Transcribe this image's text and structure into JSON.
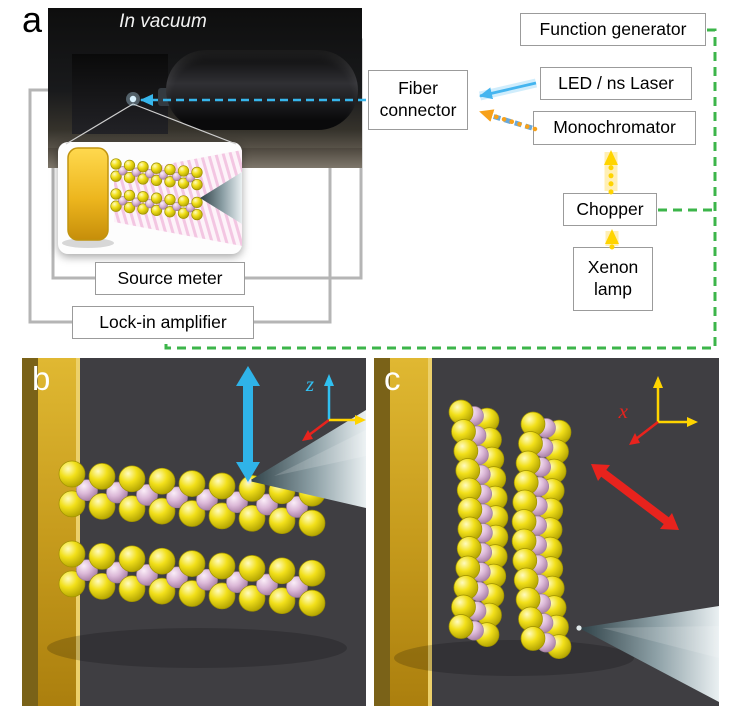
{
  "figure": {
    "panels": {
      "a": {
        "label": "a",
        "photo_caption": "In vacuum",
        "boxes": {
          "function_generator": "Function generator",
          "led_laser": "LED / ns Laser",
          "fiber_connector": "Fiber connector",
          "monochromator": "Monochromator",
          "chopper": "Chopper",
          "xenon_lamp": "Xenon lamp",
          "source_meter": "Source meter",
          "lock_in": "Lock-in amplifier"
        },
        "connections": [
          {
            "from": "LED / ns Laser",
            "to": "Fiber connector",
            "style": "blue-solid-arrow"
          },
          {
            "from": "Monochromator",
            "to": "Fiber connector",
            "style": "orange-dotted-arrow"
          },
          {
            "from": "Xenon lamp",
            "to": "Chopper",
            "style": "yellow-dotted-arrow"
          },
          {
            "from": "Chopper",
            "to": "Monochromator",
            "style": "yellow-dotted-arrow"
          },
          {
            "from": "Fiber connector",
            "to": "vacuum chamber probe",
            "style": "cyan-dashed-line"
          },
          {
            "from": "Function generator",
            "to": "Chopper",
            "style": "green-dashed-line"
          },
          {
            "from": "Function generator",
            "to": "Lock-in amplifier",
            "style": "green-dashed-line"
          }
        ]
      },
      "b": {
        "label": "b",
        "axis_label": "z"
      },
      "c": {
        "label": "c",
        "axis_label": "x"
      }
    },
    "colors": {
      "signal_green": "#3cb54a",
      "excitation_cyan": "#37b6ec",
      "monochromator_orange": "#f7a11a",
      "xenon_yellow": "#ffd400",
      "motion_red": "#e8231d",
      "electrode_gold": "#c8a425",
      "panel_background": "#3f3e42"
    }
  }
}
